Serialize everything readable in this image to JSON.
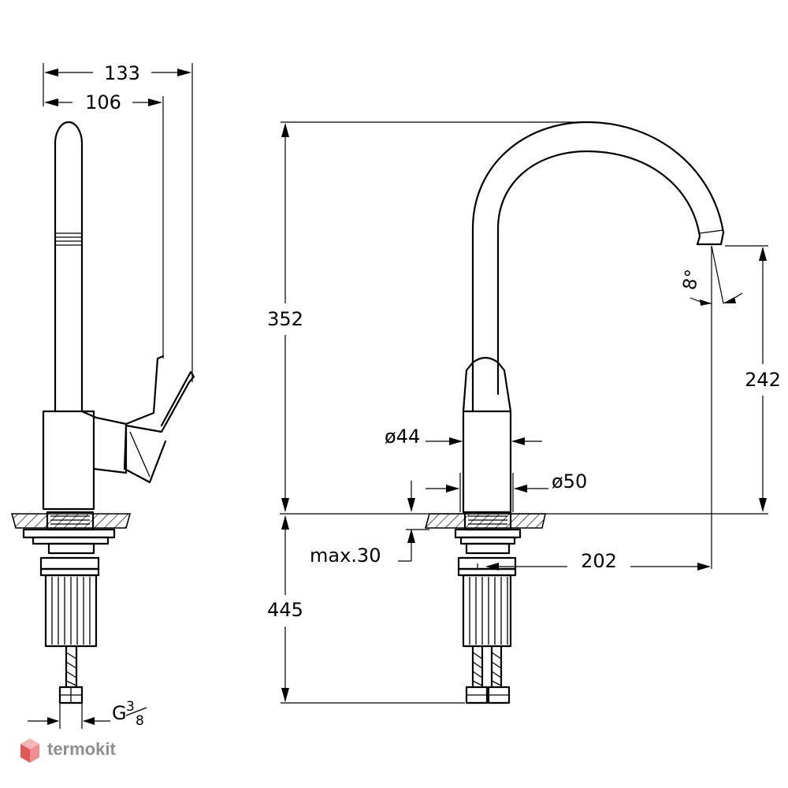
{
  "side_view": {
    "dim_overall_width": "133",
    "dim_handle_width": "106",
    "dim_connection": "G",
    "dim_connection_num": "3",
    "dim_connection_den": "8"
  },
  "front_view": {
    "dim_total_height": "352",
    "dim_spout_height": "242",
    "dim_body_diameter_upper": "ø44",
    "dim_body_diameter_lower": "ø50",
    "dim_spout_angle": "8°",
    "dim_max_thickness": "max.30",
    "dim_spout_reach": "202",
    "dim_below_counter": "445"
  },
  "watermark": {
    "text": "termokit",
    "colors": {
      "text": "#8f8f8f",
      "logo_top": "#f2b6b6",
      "logo_left": "#e05a5a",
      "logo_right": "#f08f8f"
    }
  }
}
